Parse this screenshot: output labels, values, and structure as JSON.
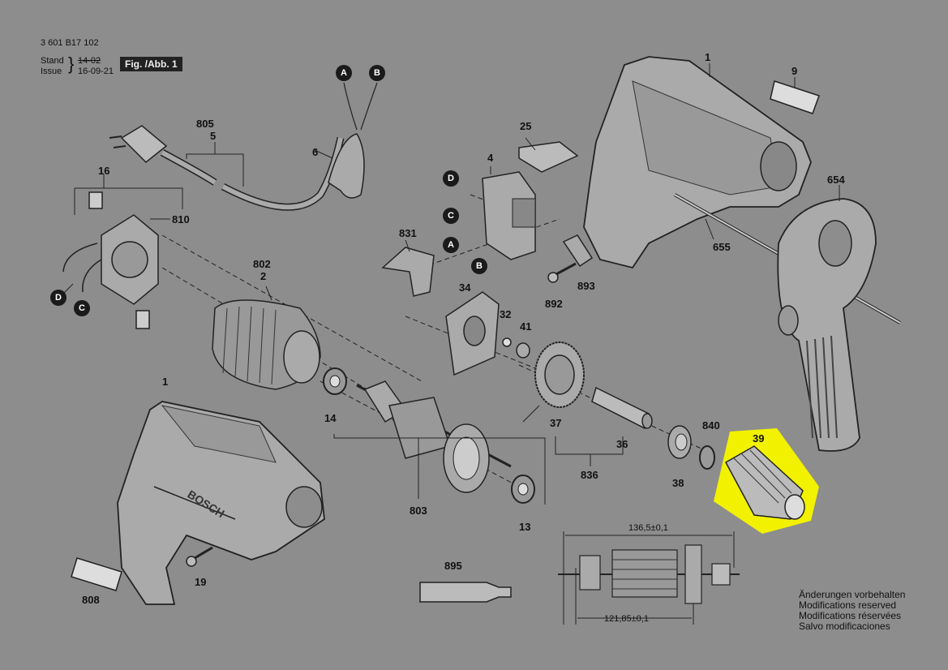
{
  "header": {
    "doc_number": "3 601 B17 102",
    "stand_label": "Stand",
    "issue_label": "Issue",
    "stand_date": "14-02",
    "issue_date": "16-09-21",
    "figure": "Fig. /Abb. 1"
  },
  "parts": {
    "p1_top": "1",
    "p9": "9",
    "p654": "654",
    "p655": "655",
    "p25": "25",
    "p4": "4",
    "p805": "805",
    "p5": "5",
    "p6": "6",
    "p16": "16",
    "p810": "810",
    "p831": "831",
    "p893": "893",
    "p892": "892",
    "p802": "802",
    "p2": "2",
    "p34": "34",
    "p32": "32",
    "p41": "41",
    "p1_bottom": "1",
    "p14": "14",
    "p37": "37",
    "p36": "36",
    "p836": "836",
    "p840": "840",
    "p38": "38",
    "p39": "39",
    "p803": "803",
    "p13": "13",
    "p19": "19",
    "p808": "808",
    "p895": "895"
  },
  "bubbles": {
    "a_top": "A",
    "b_top": "B",
    "d_switch": "D",
    "c_switch": "C",
    "a_switch": "A",
    "b_switch": "B",
    "d_brush": "D",
    "c_brush": "C"
  },
  "dimensions": {
    "top": "136,5±0,1",
    "bottom": "121,85±0,1"
  },
  "notes": [
    "Änderungen vorbehalten",
    "Modifications reserved",
    "Modifications réservées",
    "Salvo modificaciones"
  ],
  "colors": {
    "background": "#8d8d8d",
    "highlight": "#f2f200",
    "ink": "#111111"
  }
}
